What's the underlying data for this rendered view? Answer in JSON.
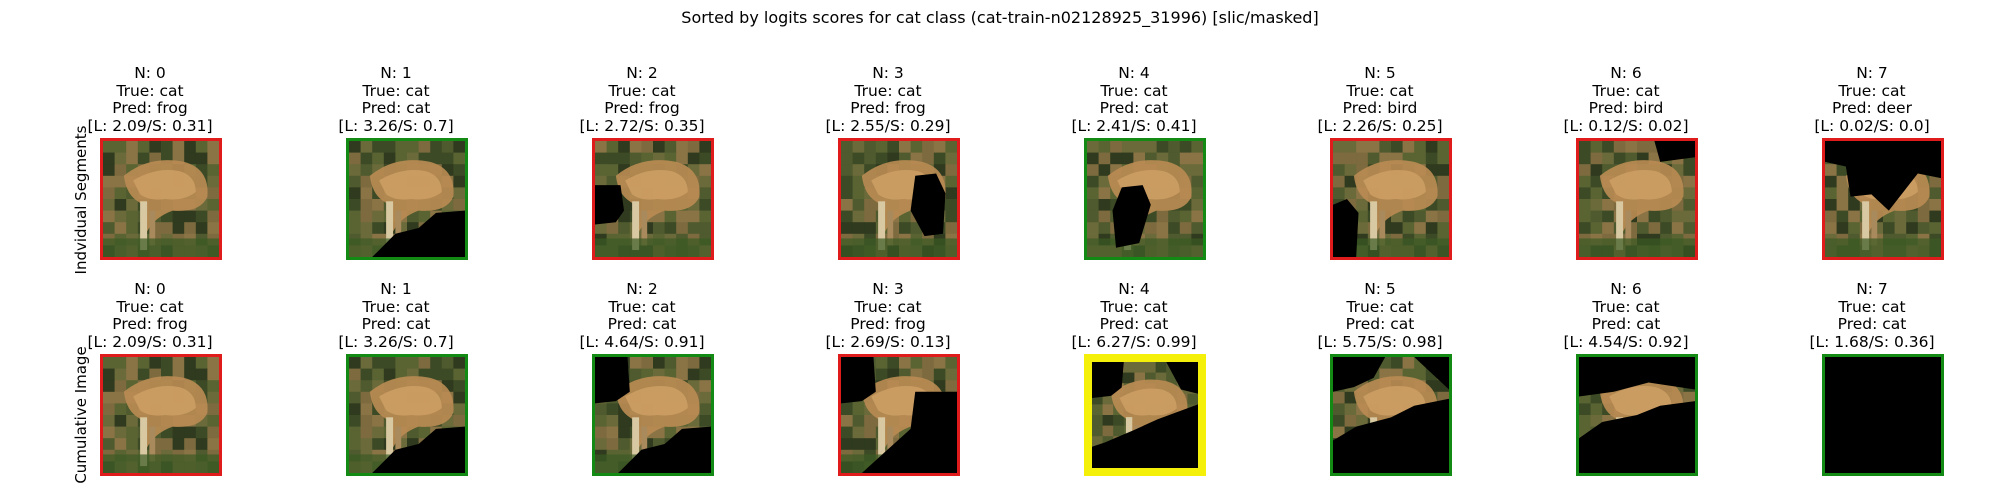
{
  "title": "Sorted by logits scores for cat class (cat-train-n02128925_31996) [slic/masked]",
  "row_labels": [
    "Indvidual Segments",
    "Cumulative Image"
  ],
  "colors": {
    "red": "#e01b1b",
    "green": "#138a13",
    "yellow": "#f5f00a"
  },
  "rows": [
    {
      "panels": [
        {
          "n": "N: 0",
          "true_label": "True: cat",
          "pred": "Pred: frog",
          "scores": "[L: 2.09/S: 0.31]",
          "border": "red"
        },
        {
          "n": "N: 1",
          "true_label": "True: cat",
          "pred": "Pred: cat",
          "scores": "[L: 3.26/S: 0.7]",
          "border": "green"
        },
        {
          "n": "N: 2",
          "true_label": "True: cat",
          "pred": "Pred: frog",
          "scores": "[L: 2.72/S: 0.35]",
          "border": "red"
        },
        {
          "n": "N: 3",
          "true_label": "True: cat",
          "pred": "Pred: frog",
          "scores": "[L: 2.55/S: 0.29]",
          "border": "red"
        },
        {
          "n": "N: 4",
          "true_label": "True: cat",
          "pred": "Pred: cat",
          "scores": "[L: 2.41/S: 0.41]",
          "border": "green"
        },
        {
          "n": "N: 5",
          "true_label": "True: cat",
          "pred": "Pred: bird",
          "scores": "[L: 2.26/S: 0.25]",
          "border": "red"
        },
        {
          "n": "N: 6",
          "true_label": "True: cat",
          "pred": "Pred: bird",
          "scores": "[L: 0.12/S: 0.02]",
          "border": "red"
        },
        {
          "n": "N: 7",
          "true_label": "True: cat",
          "pred": "Pred: deer",
          "scores": "[L: 0.02/S: 0.0]",
          "border": "red"
        }
      ]
    },
    {
      "panels": [
        {
          "n": "N: 0",
          "true_label": "True: cat",
          "pred": "Pred: frog",
          "scores": "[L: 2.09/S: 0.31]",
          "border": "red"
        },
        {
          "n": "N: 1",
          "true_label": "True: cat",
          "pred": "Pred: cat",
          "scores": "[L: 3.26/S: 0.7]",
          "border": "green"
        },
        {
          "n": "N: 2",
          "true_label": "True: cat",
          "pred": "Pred: cat",
          "scores": "[L: 4.64/S: 0.91]",
          "border": "green"
        },
        {
          "n": "N: 3",
          "true_label": "True: cat",
          "pred": "Pred: frog",
          "scores": "[L: 2.69/S: 0.13]",
          "border": "red"
        },
        {
          "n": "N: 4",
          "true_label": "True: cat",
          "pred": "Pred: cat",
          "scores": "[L: 6.27/S: 0.99]",
          "border": "yellow"
        },
        {
          "n": "N: 5",
          "true_label": "True: cat",
          "pred": "Pred: cat",
          "scores": "[L: 5.75/S: 0.98]",
          "border": "green"
        },
        {
          "n": "N: 6",
          "true_label": "True: cat",
          "pred": "Pred: cat",
          "scores": "[L: 4.54/S: 0.92]",
          "border": "green"
        },
        {
          "n": "N: 7",
          "true_label": "True: cat",
          "pred": "Pred: cat",
          "scores": "[L: 1.68/S: 0.36]",
          "border": "green"
        }
      ]
    }
  ]
}
